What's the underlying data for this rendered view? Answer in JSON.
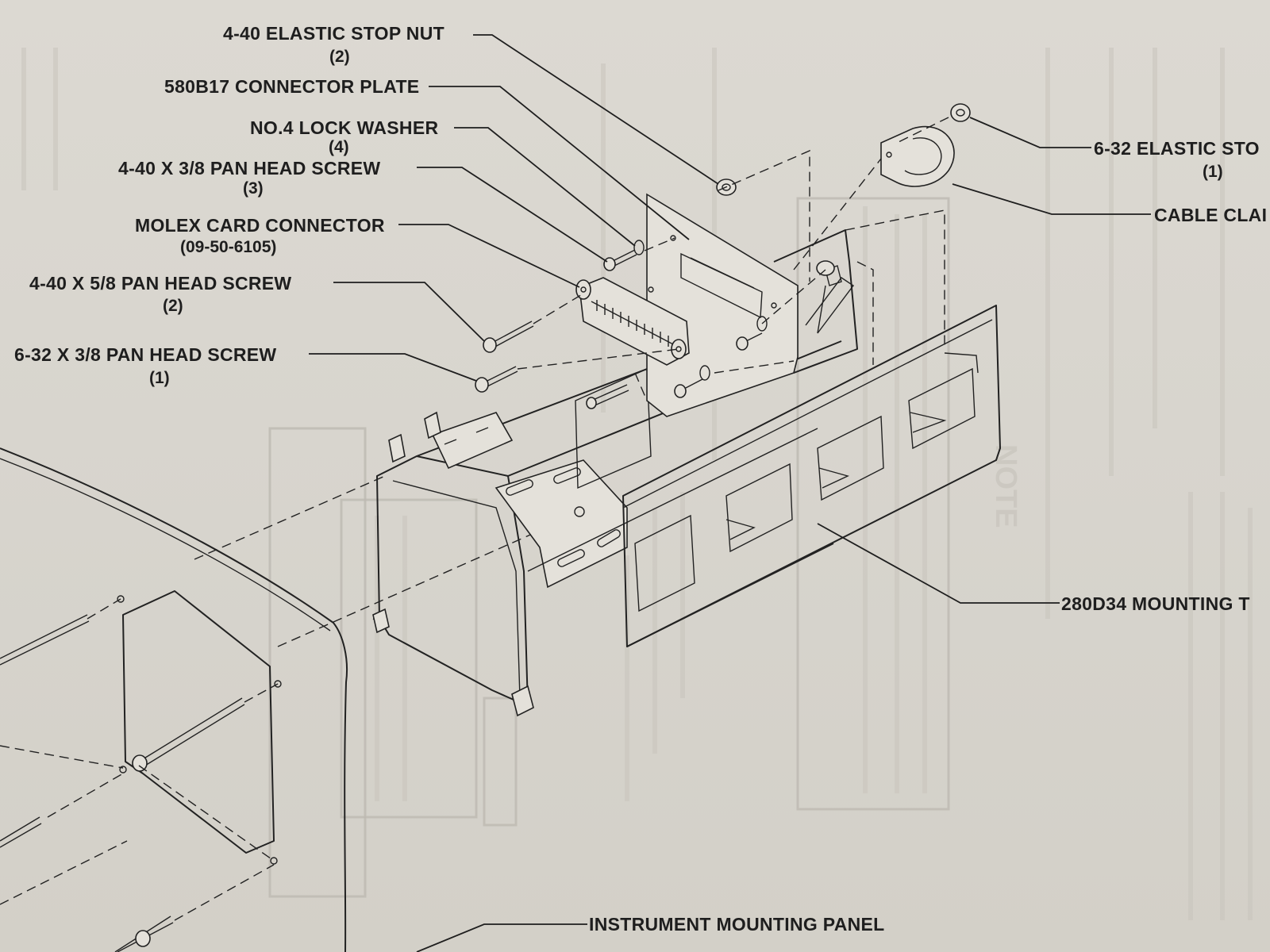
{
  "callouts": [
    {
      "label": "4-40 ELASTIC STOP NUT",
      "qty": "(2)"
    },
    {
      "label": "580B17 CONNECTOR PLATE",
      "qty": ""
    },
    {
      "label": "NO.4 LOCK WASHER",
      "qty": "(4)"
    },
    {
      "label": "4-40 X 3/8 PAN HEAD SCREW",
      "qty": "(3)"
    },
    {
      "label": "MOLEX CARD CONNECTOR",
      "qty": "(09-50-6105)"
    },
    {
      "label": "4-40 X 5/8 PAN HEAD SCREW",
      "qty": "(2)"
    },
    {
      "label": "6-32 X 3/8 PAN HEAD SCREW",
      "qty": "(1)"
    },
    {
      "label": "6-32 ELASTIC STO",
      "qty": "(1)"
    },
    {
      "label": "CABLE CLAI",
      "qty": ""
    },
    {
      "label": "280D34 MOUNTING T",
      "qty": ""
    },
    {
      "label": "INSTRUMENT MOUNTING PANEL",
      "qty": ""
    }
  ],
  "colors": {
    "paper": "#d9d6cf",
    "ink": "#1e1e1e",
    "bleed_through": "#c4c0b8"
  }
}
